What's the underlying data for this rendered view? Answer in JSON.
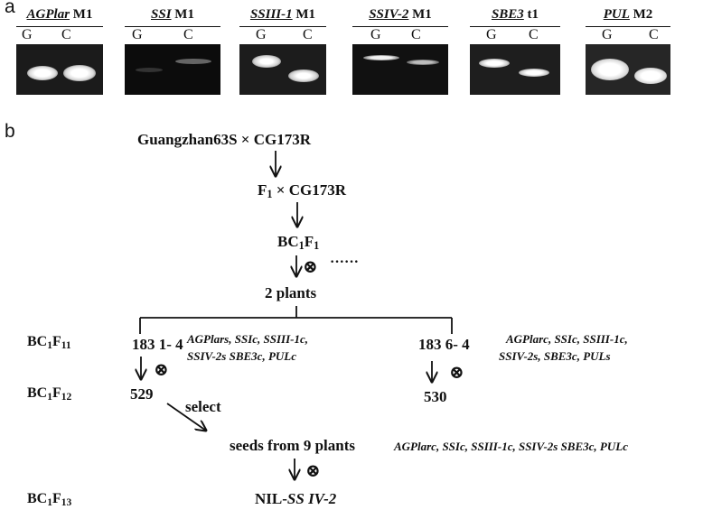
{
  "panel_a": {
    "label": "a",
    "gels": [
      {
        "gene": "AGPlar",
        "marker": "M1",
        "lane_g": "G",
        "lane_c": "C"
      },
      {
        "gene": "SSI",
        "marker": "M1",
        "lane_g": "G",
        "lane_c": "C"
      },
      {
        "gene": "SSIII-1",
        "marker": "M1",
        "lane_g": "G",
        "lane_c": "C"
      },
      {
        "gene": "SSIV-2",
        "marker": "M1",
        "lane_g": "G",
        "lane_c": "C"
      },
      {
        "gene": "SBE3",
        "marker": "t1",
        "lane_g": "G",
        "lane_c": "C"
      },
      {
        "gene": "PUL",
        "marker": "M2",
        "lane_g": "G",
        "lane_c": "C"
      }
    ]
  },
  "panel_b": {
    "label": "b",
    "cross1": "Guangzhan63S × CG173R",
    "cross2_pre": "F",
    "cross2_sub": "1",
    "cross2_post": " × CG173R",
    "bc1f1_pre": "BC",
    "bc1f1_sub1": "1",
    "bc1f1_mid": "F",
    "bc1f1_sub2": "1",
    "selfing_symbol": "⊗",
    "ellipsis": "······",
    "two_plants": "2 plants",
    "gen_f11": {
      "pre": "BC",
      "s1": "1",
      "mid": "F",
      "s2": "11"
    },
    "gen_f12": {
      "pre": "BC",
      "s1": "1",
      "mid": "F",
      "s2": "12"
    },
    "gen_f13": {
      "pre": "BC",
      "s1": "1",
      "mid": "F",
      "s2": "13"
    },
    "left_line": "183 1- 4",
    "left_geno_1": "AGPlars, SSIc, SSIII-1c,",
    "left_geno_2": "SSIV-2s SBE3c, PULc",
    "right_line": "183 6- 4",
    "right_geno_1": "AGPlarc, SSIc, SSIII-1c,",
    "right_geno_2": "SSIV-2s, SBE3c, PULs",
    "left_f12": "529",
    "right_f12": "530",
    "select_label": "select",
    "seeds_label": "seeds from 9 plants",
    "seeds_geno": "AGPlarc, SSIc, SSIII-1c, SSIV-2s SBE3c, PULc",
    "nil_prefix": "NIL-",
    "nil_gene": "SS IV-2"
  }
}
